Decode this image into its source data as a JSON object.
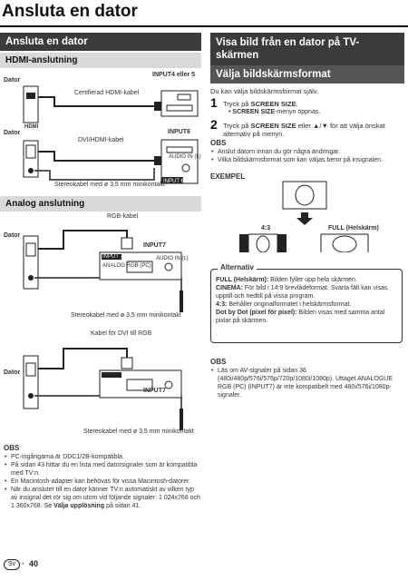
{
  "page": {
    "title": "Ansluta en dator",
    "page_number": "40",
    "lang_badge": "Sv"
  },
  "left": {
    "header": "Ansluta en dator",
    "hdmi": {
      "subheader": "HDMI-anslutning",
      "dator_label": "Dator",
      "cable1": "Certifierad HDMI-kabel",
      "input_label1": "INPUT4 eller 5",
      "hdmi_logo": "HDMI",
      "dator_label2": "Dator",
      "cable2": "DVI/HDMI-kabel",
      "input_label2": "INPUT6",
      "audio_label": "AUDIO IN (L)",
      "input6_tag": "INPUT 6",
      "stereo": "Stereokabel med ø 3,5 mm minikontakt"
    },
    "analog": {
      "subheader": "Analog anslutning",
      "dator_label": "Dator",
      "cable1": "RGB-kabel",
      "input_label1": "INPUT7",
      "panel_tag": "INPUT 7",
      "panel_sub": "ANALOG RGB (PC)",
      "audio_label": "AUDIO IN (L)",
      "stereo1": "Stereokabel med ø 3,5 mm minikontakt",
      "dator_label2": "Dator",
      "cable2": "Kabel för DVI till RGB",
      "input_label2": "INPUT7",
      "stereo2": "Stereokabel med ø 3,5 mm minikontakt"
    },
    "obs": {
      "title": "OBS",
      "items": [
        "PC-ingångarna är DDC1/2B-kompatibla.",
        "På sidan 43 hittar du en lista med datorsignaler som är kompatibla med TV:n.",
        "En Macintosh-adapter kan behövas för vissa Macintosh-datorer.",
        "När du ansluter till en dator känner TV:n automatiskt av vilken typ av insignal det rör sig om utom vid följande signaler: 1 024x768 och 1 360x768. Se"
      ],
      "last_bold": "Välja upplösning",
      "last_tail": "på sidan 41."
    }
  },
  "right": {
    "header": "Visa bild från en dator på TV-skärmen",
    "subheader": "Välja bildskärmsformat",
    "intro": "Du kan välja bildskärmsformat själv.",
    "step1_num": "1",
    "step1_pre": "Tryck på",
    "step1_bold": "SCREEN SIZE",
    "step1_post": ".",
    "step1_sub_bold": "SCREEN SIZE",
    "step1_sub": "-menyn öppnas.",
    "step2_num": "2",
    "step2_pre": "Tryck på",
    "step2_bold": "SCREEN SIZE",
    "step2_post": "eller ▲/▼ för att välja önskat alternativ på menyn.",
    "obs1": {
      "title": "OBS",
      "items": [
        "Anslut datorn innan du gör några ändringar.",
        "Vilka bildskärmsformat som kan väljas beror på insignalen."
      ]
    },
    "example_title": "EXEMPEL",
    "ex_label_a": "4:3",
    "ex_label_b": "FULL (Helskärm)",
    "alt": {
      "title": "Alternativ",
      "items": [
        {
          "bold": "FULL (Helskärm):",
          "text": " Bilden fyller upp hela skärmen."
        },
        {
          "bold": "CINEMA:",
          "text": " För bild i 14:9 brevlådeformat. Svarta fält kan visas upptill och nedtill på vissa program."
        },
        {
          "bold": "4:3:",
          "text": " Behåller originalformatet i helskärmsformat."
        },
        {
          "bold": "Dot by Dot (pixel för pixel):",
          "text": " Bilden visas med samma antal pixlar på skärmen."
        }
      ]
    },
    "obs2": {
      "title": "OBS",
      "items": [
        "Läs om AV-signaler på sidan 36 (480i/480p/576i/576p/720p/1080i/1080p). Uttaget ANALOGUE RGB (PC) (INPUT7) är inte kompatibelt med 480i/576i/1080p-signaler."
      ]
    }
  }
}
